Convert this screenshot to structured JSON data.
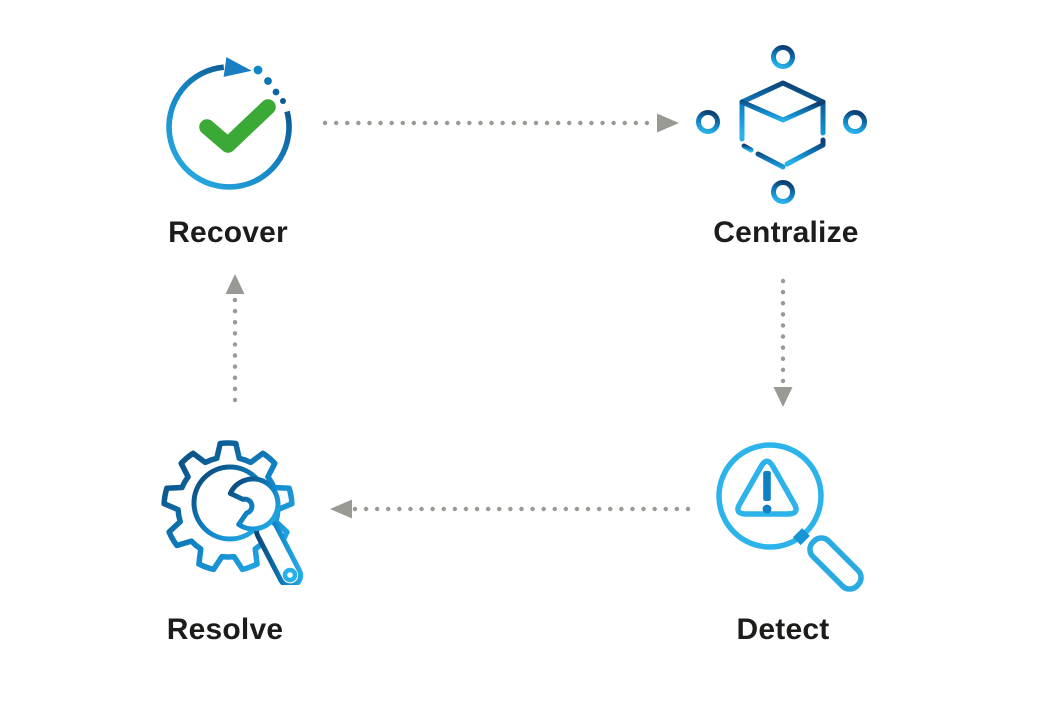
{
  "diagram": {
    "background_color": "#ffffff",
    "nodes": [
      {
        "id": "recover",
        "label": "Recover",
        "icon": "recover-cycle-check-icon"
      },
      {
        "id": "centralize",
        "label": "Centralize",
        "icon": "centralize-cube-network-icon"
      },
      {
        "id": "detect",
        "label": "Detect",
        "icon": "detect-magnifier-alert-icon"
      },
      {
        "id": "resolve",
        "label": "Resolve",
        "icon": "resolve-gear-wrench-icon"
      }
    ],
    "flow": [
      {
        "from": "Recover",
        "to": "Centralize",
        "direction": "right"
      },
      {
        "from": "Centralize",
        "to": "Detect",
        "direction": "down"
      },
      {
        "from": "Detect",
        "to": "Resolve",
        "direction": "left"
      },
      {
        "from": "Resolve",
        "to": "Recover",
        "direction": "up"
      }
    ],
    "colors": {
      "label_text": "#1c1c1a",
      "arrow_gray": "#9a9a94",
      "icon_gradient_dark": "#0b3e6f",
      "icon_gradient_light": "#29abe2",
      "check_green": "#3aa935"
    }
  }
}
